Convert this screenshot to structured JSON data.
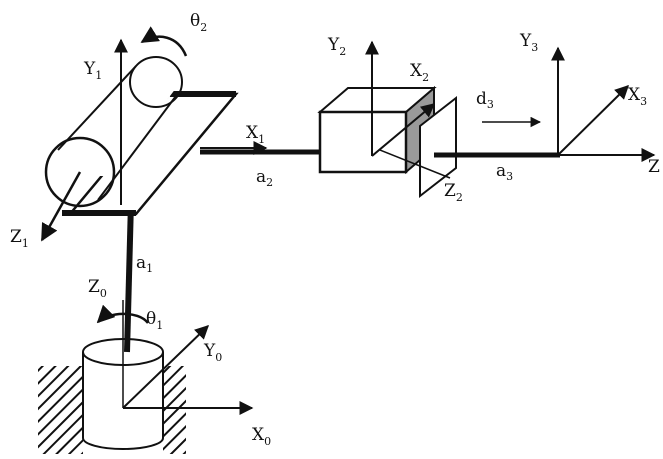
{
  "labels": {
    "theta1": {
      "base": "θ",
      "sub": "1"
    },
    "theta2": {
      "base": "θ",
      "sub": "2"
    },
    "y0": {
      "base": "Y",
      "sub": "0"
    },
    "x0": {
      "base": "X",
      "sub": "0"
    },
    "z0": {
      "base": "Z",
      "sub": "0"
    },
    "y1": {
      "base": "Y",
      "sub": "1"
    },
    "x1": {
      "base": "X",
      "sub": "1"
    },
    "z1": {
      "base": "Z",
      "sub": "1"
    },
    "y2": {
      "base": "Y",
      "sub": "2"
    },
    "x2": {
      "base": "X",
      "sub": "2"
    },
    "z2": {
      "base": "Z",
      "sub": "2"
    },
    "y3": {
      "base": "Y",
      "sub": "3"
    },
    "x3": {
      "base": "X",
      "sub": "3"
    },
    "z3": {
      "base": "Z",
      "sub": ""
    },
    "a1": {
      "base": "a",
      "sub": "1"
    },
    "a2": {
      "base": "a",
      "sub": "2"
    },
    "a3": {
      "base": "a",
      "sub": "3"
    },
    "d3": {
      "base": "d",
      "sub": "3"
    }
  },
  "colors": {
    "ink": "#111111",
    "shade": "#9a9a9a",
    "background": "#ffffff"
  }
}
